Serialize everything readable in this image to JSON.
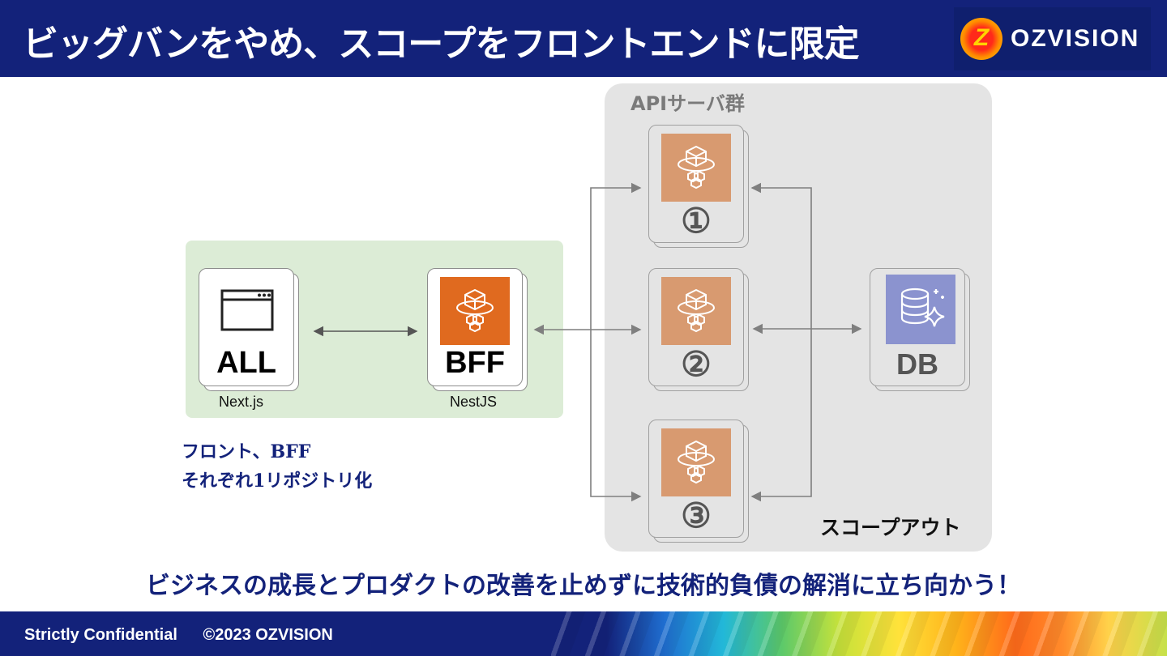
{
  "header": {
    "title": "ビッグバンをやめ、スコープをフロントエンドに限定",
    "logo_text": "OZVISION",
    "logo_mark": "Z"
  },
  "diagram": {
    "api_group_label": "APIサーバ群",
    "nodes": {
      "all": {
        "label": "ALL",
        "sublabel": "Next.js",
        "icon": "browser-window-icon"
      },
      "bff": {
        "label": "BFF",
        "sublabel": "NestJS",
        "icon": "aws-service-cube-icon"
      },
      "api1": {
        "label": "①",
        "icon": "aws-service-cube-icon"
      },
      "api2": {
        "label": "②",
        "icon": "aws-service-cube-icon"
      },
      "api3": {
        "label": "③",
        "icon": "aws-service-cube-icon"
      },
      "db": {
        "label": "DB",
        "icon": "database-sparkle-icon"
      }
    },
    "note_line1": "フロント、BFF",
    "note_line2": "それぞれ1リポジトリ化",
    "scope_out_label": "スコープアウト"
  },
  "tagline": "ビジネスの成長とプロダクトの改善を止めずに技術的負債の解消に立ち向かう！",
  "footer": {
    "confidential": "Strictly Confidential",
    "copyright": "©2023 OZVISION"
  },
  "colors": {
    "navy": "#13227a",
    "service_orange": "#e06a1f",
    "service_orange_dim": "#d89a70",
    "db_purple": "#8b93cf",
    "front_group_bg": "#dcecd6",
    "api_group_bg": "#e4e4e4"
  }
}
